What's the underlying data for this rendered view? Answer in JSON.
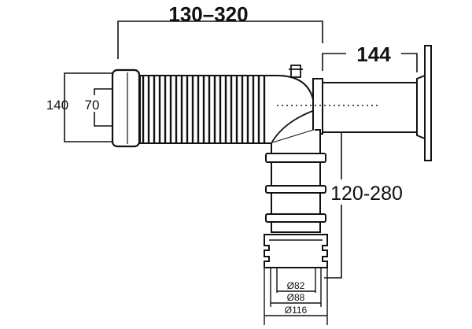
{
  "dimensions": {
    "horizontal_extension": "130–320",
    "outlet_length": "144",
    "vertical_extension": "120-280",
    "inlet_outer": "140",
    "inlet_inner": "70",
    "dia_82": "Ø82",
    "dia_88": "Ø88",
    "dia_116": "Ø116"
  },
  "colors": {
    "line": "#111111",
    "background": "#ffffff"
  }
}
